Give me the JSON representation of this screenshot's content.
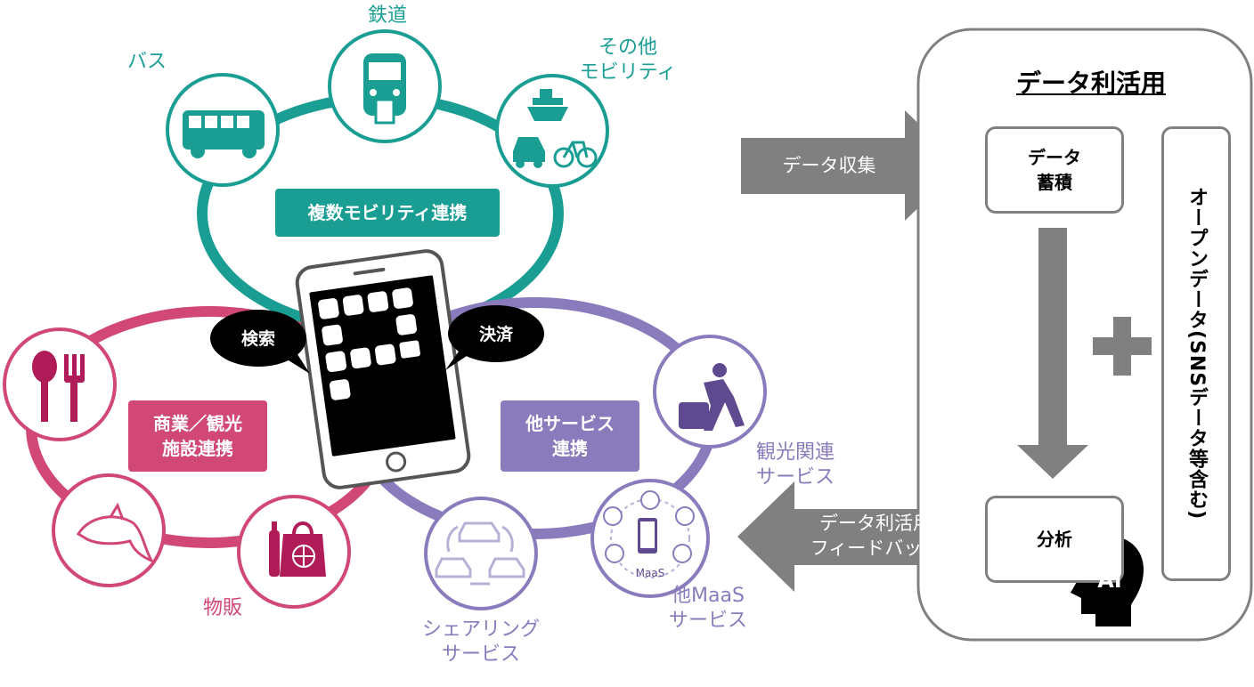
{
  "mobility": {
    "bus": "バス",
    "rail": "鉄道",
    "other": "その他\nモビリティ",
    "tag": "複数モビリティ連携"
  },
  "bubbles": {
    "search": "検索",
    "payment": "決済"
  },
  "commerce": {
    "tag": "商業／観光\n施設連携",
    "goods": "物販"
  },
  "services": {
    "tag": "他サービス\n連携",
    "tourism": "観光関連\nサービス",
    "sharing": "シェアリング\nサービス",
    "maas": "他MaaS\nサービス",
    "maas_icon_text": "MaaS"
  },
  "arrows": {
    "collect": "データ収集",
    "feedback": "データ利活用\nフィードバック"
  },
  "panel": {
    "title": "データ利活用",
    "storage": "データ\n蓄積",
    "analysis": "分析",
    "ai": "AI",
    "opendata": "オープンデータ(SNSデータ等含む)"
  },
  "colors": {
    "teal": "#1a9e94",
    "pink": "#d14876",
    "purple": "#8a7bbd",
    "gray": "#808080"
  }
}
